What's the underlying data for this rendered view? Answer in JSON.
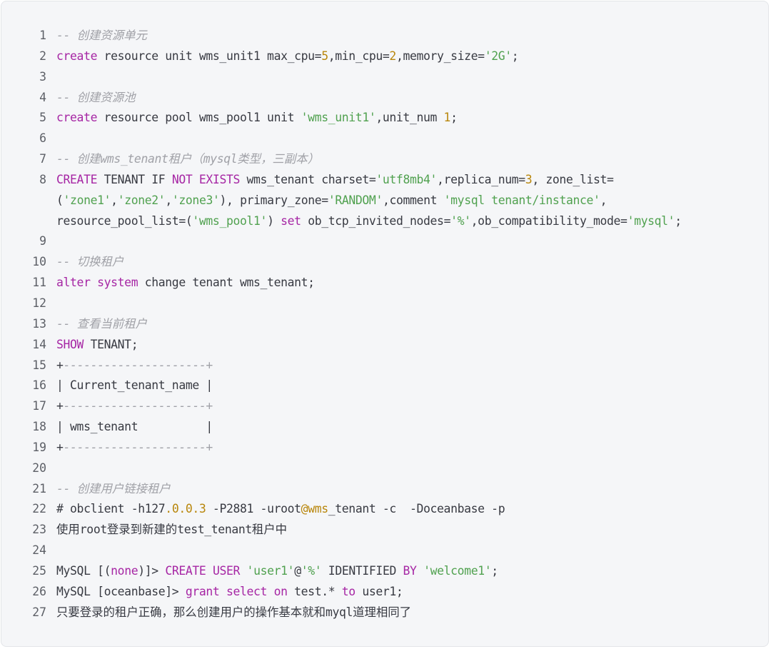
{
  "code_block": {
    "language": "sql",
    "colors": {
      "background": "#f5f6f8",
      "keyword": "#a626a4",
      "string": "#50a14f",
      "number": "#b8860b",
      "comment": "#a0a1a7",
      "text": "#383a42",
      "line_number": "#5c5f66"
    },
    "rows": [
      {
        "n": "1",
        "tokens": [
          [
            "com",
            "-- 创建资源单元"
          ]
        ]
      },
      {
        "n": "2",
        "tokens": [
          [
            "kw",
            "create"
          ],
          [
            "plain",
            " resource unit wms_unit1 max_cpu="
          ],
          [
            "num",
            "5"
          ],
          [
            "plain",
            ",min_cpu="
          ],
          [
            "num",
            "2"
          ],
          [
            "plain",
            ",memory_size="
          ],
          [
            "str",
            "'2G'"
          ],
          [
            "plain",
            ";"
          ]
        ]
      },
      {
        "n": "3",
        "tokens": []
      },
      {
        "n": "4",
        "tokens": [
          [
            "com",
            "-- 创建资源池"
          ]
        ]
      },
      {
        "n": "5",
        "tokens": [
          [
            "kw",
            "create"
          ],
          [
            "plain",
            " resource pool wms_pool1 unit "
          ],
          [
            "str",
            "'wms_unit1'"
          ],
          [
            "plain",
            ",unit_num "
          ],
          [
            "num",
            "1"
          ],
          [
            "plain",
            ";"
          ]
        ]
      },
      {
        "n": "6",
        "tokens": []
      },
      {
        "n": "7",
        "tokens": [
          [
            "com",
            "-- 创建wms_tenant租户（mysql类型，三副本）"
          ]
        ]
      },
      {
        "n": "8",
        "tokens": [
          [
            "kw",
            "CREATE"
          ],
          [
            "plain",
            " TENANT IF "
          ],
          [
            "kw",
            "NOT EXISTS"
          ],
          [
            "plain",
            " wms_tenant charset="
          ],
          [
            "str",
            "'utf8mb4'"
          ],
          [
            "plain",
            ",replica_num="
          ],
          [
            "num",
            "3"
          ],
          [
            "plain",
            ", zone_list="
          ]
        ]
      },
      {
        "n": "",
        "tokens": [
          [
            "plain",
            "("
          ],
          [
            "str",
            "'zone1'"
          ],
          [
            "plain",
            ","
          ],
          [
            "str",
            "'zone2'"
          ],
          [
            "plain",
            ","
          ],
          [
            "str",
            "'zone3'"
          ],
          [
            "plain",
            "), primary_zone="
          ],
          [
            "str",
            "'RANDOM'"
          ],
          [
            "plain",
            ",comment "
          ],
          [
            "str",
            "'mysql tenant/instance'"
          ],
          [
            "plain",
            ","
          ]
        ]
      },
      {
        "n": "",
        "tokens": [
          [
            "plain",
            "resource_pool_list=("
          ],
          [
            "str",
            "'wms_pool1'"
          ],
          [
            "plain",
            ") "
          ],
          [
            "kw",
            "set"
          ],
          [
            "plain",
            " ob_tcp_invited_nodes="
          ],
          [
            "str",
            "'%'"
          ],
          [
            "plain",
            ",ob_compatibility_mode="
          ],
          [
            "str",
            "'mysql'"
          ],
          [
            "plain",
            ";"
          ]
        ]
      },
      {
        "n": "9",
        "tokens": []
      },
      {
        "n": "10",
        "tokens": [
          [
            "com",
            "-- 切换租户"
          ]
        ]
      },
      {
        "n": "11",
        "tokens": [
          [
            "kw",
            "alter system"
          ],
          [
            "plain",
            " change tenant wms_tenant;"
          ]
        ]
      },
      {
        "n": "12",
        "tokens": []
      },
      {
        "n": "13",
        "tokens": [
          [
            "com",
            "-- 查看当前租户"
          ]
        ]
      },
      {
        "n": "14",
        "tokens": [
          [
            "kw",
            "SHOW"
          ],
          [
            "plain",
            " TENANT;"
          ]
        ]
      },
      {
        "n": "15",
        "tokens": [
          [
            "plain",
            "+"
          ],
          [
            "com",
            "---------------------+"
          ]
        ]
      },
      {
        "n": "16",
        "tokens": [
          [
            "plain",
            "| Current_tenant_name |"
          ]
        ]
      },
      {
        "n": "17",
        "tokens": [
          [
            "plain",
            "+"
          ],
          [
            "com",
            "---------------------+"
          ]
        ]
      },
      {
        "n": "18",
        "tokens": [
          [
            "plain",
            "| wms_tenant          |"
          ]
        ]
      },
      {
        "n": "19",
        "tokens": [
          [
            "plain",
            "+"
          ],
          [
            "com",
            "---------------------+"
          ]
        ]
      },
      {
        "n": "20",
        "tokens": []
      },
      {
        "n": "21",
        "tokens": [
          [
            "com",
            "-- 创建用户链接租户"
          ]
        ]
      },
      {
        "n": "22",
        "tokens": [
          [
            "plain",
            "# obclient -h127"
          ],
          [
            "num",
            ".0.0.3"
          ],
          [
            "plain",
            " -P2881 -uroot"
          ],
          [
            "num",
            "@wms"
          ],
          [
            "plain",
            "_tenant -c  -Doceanbase -p"
          ]
        ]
      },
      {
        "n": "23",
        "tokens": [
          [
            "plain",
            "使用root登录到新建的test_tenant租户中"
          ]
        ]
      },
      {
        "n": "24",
        "tokens": []
      },
      {
        "n": "25",
        "tokens": [
          [
            "plain",
            "MySQL [("
          ],
          [
            "kw",
            "none"
          ],
          [
            "plain",
            ")]> "
          ],
          [
            "kw",
            "CREATE USER"
          ],
          [
            "plain",
            " "
          ],
          [
            "str",
            "'user1'"
          ],
          [
            "plain",
            "@"
          ],
          [
            "str",
            "'%'"
          ],
          [
            "plain",
            " IDENTIFIED "
          ],
          [
            "kw",
            "BY"
          ],
          [
            "plain",
            " "
          ],
          [
            "str",
            "'welcome1'"
          ],
          [
            "plain",
            ";"
          ]
        ]
      },
      {
        "n": "26",
        "tokens": [
          [
            "plain",
            "MySQL [oceanbase]> "
          ],
          [
            "kw",
            "grant select on"
          ],
          [
            "plain",
            " test.* "
          ],
          [
            "kw",
            "to"
          ],
          [
            "plain",
            " user1;"
          ]
        ]
      },
      {
        "n": "27",
        "tokens": [
          [
            "plain",
            "只要登录的租户正确，那么创建用户的操作基本就和myql道理相同了"
          ]
        ]
      }
    ]
  }
}
